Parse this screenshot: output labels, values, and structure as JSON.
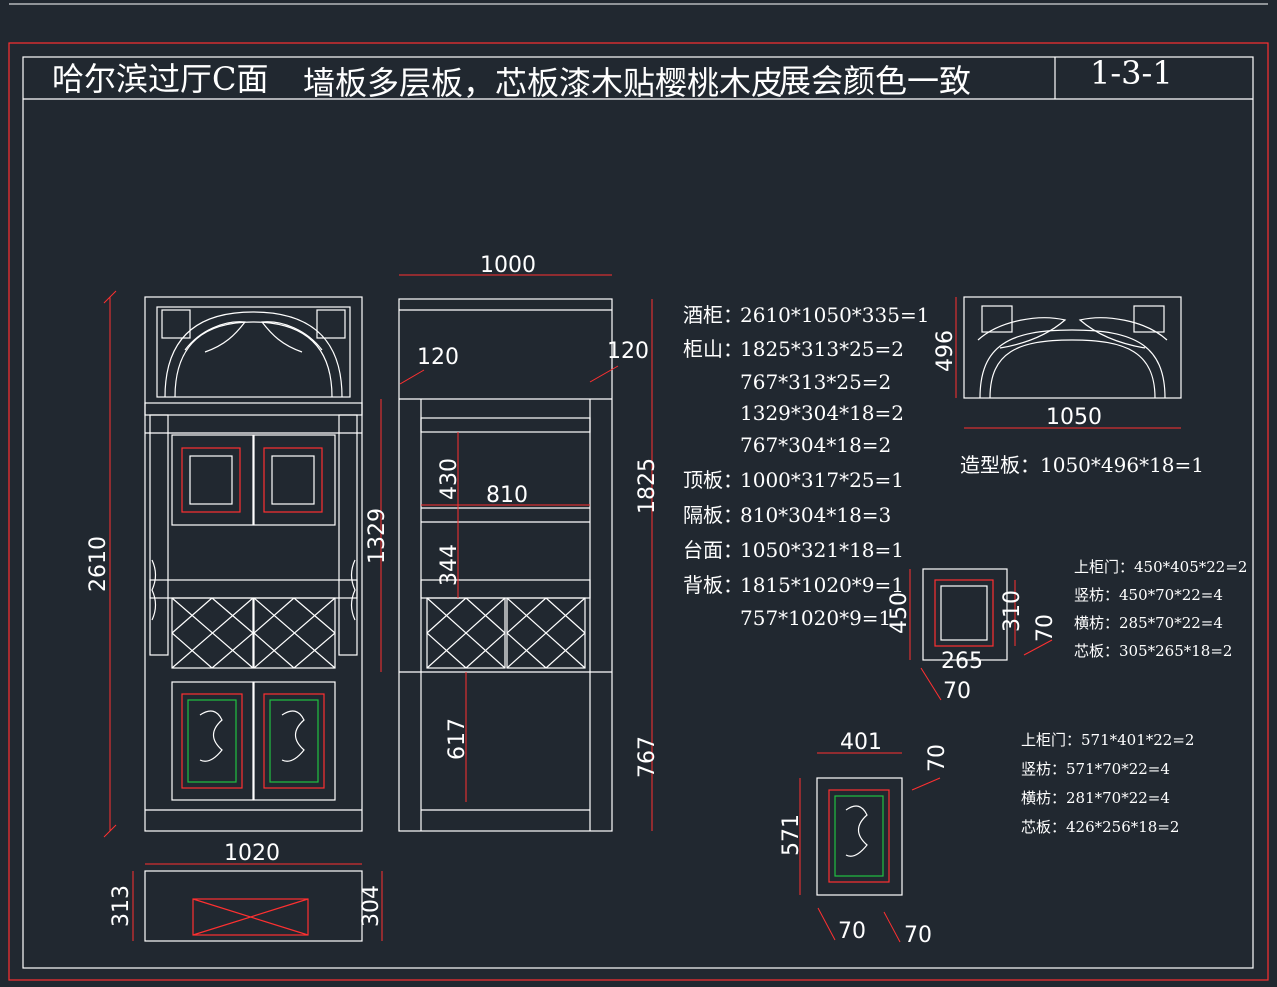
{
  "header": {
    "name": "哈尔滨过厅C面",
    "material": "墙板多层板，芯板漆木贴樱桃木皮",
    "color_note": "展会颜色一致",
    "drawing_no": "1-3-1"
  },
  "front_view": {
    "width_label": "1020",
    "height_label": "2610"
  },
  "side_section": {
    "top_width": "1000",
    "inset_left": "120",
    "inset_right": "120",
    "upper_height": "1329",
    "total_height": "1825",
    "shelf_gap": "430",
    "shelf_width": "810",
    "rack_gap": "344",
    "lower_height": "767",
    "lower_gap": "617"
  },
  "plan_view": {
    "width": "1020",
    "depth_left": "313",
    "depth_right": "304"
  },
  "cut_list": [
    {
      "label": "酒柜：",
      "value": "2610*1050*335=1"
    },
    {
      "label": "柜山：",
      "value": "1825*313*25=2"
    },
    {
      "label": "",
      "value": "767*313*25=2"
    },
    {
      "label": "",
      "value": "1329*304*18=2"
    },
    {
      "label": "",
      "value": "767*304*18=2"
    },
    {
      "label": "顶板：",
      "value": "1000*317*25=1"
    },
    {
      "label": "隔板：",
      "value": "810*304*18=3"
    },
    {
      "label": "台面：",
      "value": "1050*321*18=1"
    },
    {
      "label": "背板：",
      "value": "1815*1020*9=1"
    },
    {
      "label": "",
      "value": "757*1020*9=1"
    }
  ],
  "arch_panel": {
    "width": "1050",
    "height": "496",
    "caption": "造型板：1050*496*18=1"
  },
  "upper_door": {
    "height": "450",
    "inner_height": "310",
    "inner_width": "265",
    "rail": "70",
    "stile": "70",
    "notes": [
      "上柜门：450*405*22=2",
      "竖枋：450*70*22=4",
      "横枋：285*70*22=4",
      "芯板：305*265*18=2"
    ]
  },
  "lower_door": {
    "width": "401",
    "height": "571",
    "top_rail": "70",
    "stile_left": "70",
    "stile_right": "70",
    "notes": [
      "上柜门：571*401*22=2",
      "竖枋：571*70*22=4",
      "横枋：281*70*22=4",
      "芯板：426*256*18=2"
    ]
  }
}
